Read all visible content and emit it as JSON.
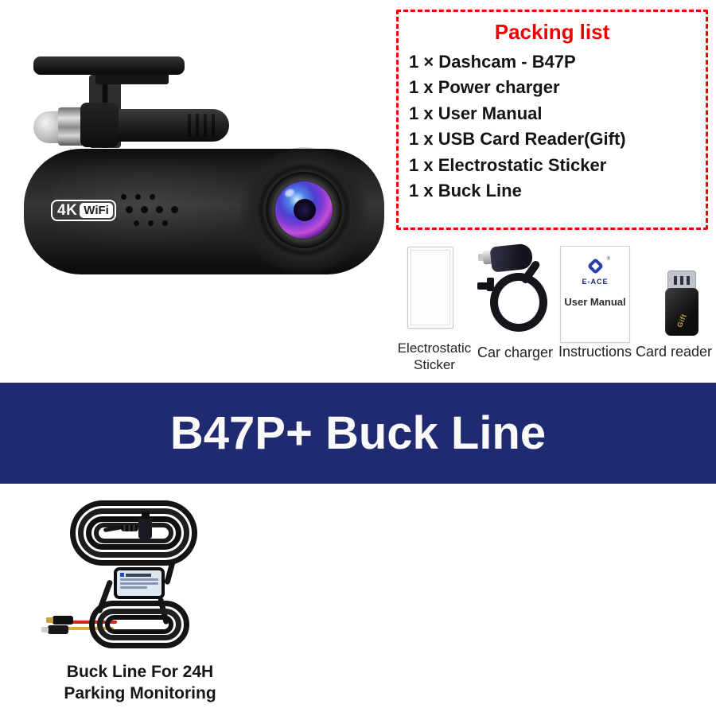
{
  "dashcam": {
    "badge_4k": "4K",
    "badge_wifi": "WiFi"
  },
  "packing_list": {
    "title": "Packing list",
    "title_color": "#ec0000",
    "border_color": "#f20000",
    "items": [
      "1 × Dashcam - B47P",
      "1 x Power charger",
      "1 x User Manual",
      "1 x USB Card Reader(Gift)",
      "1 x Electrostatic Sticker",
      "1 x Buck Line"
    ]
  },
  "accessories": {
    "sticker_label": "Electrostatic Sticker",
    "charger_label": "Car charger",
    "manual_label": "Instructions",
    "reader_label": "Card reader",
    "manual_brand": "E-ACE",
    "manual_reg": "®",
    "manual_title": "User Manual",
    "reader_text": "Gift"
  },
  "banner": {
    "title": "B47P+ Buck Line",
    "background": "#1f2a70",
    "text_color": "#fafafa"
  },
  "buck_line": {
    "caption_line1": "Buck Line For 24H",
    "caption_line2": "Parking Monitoring"
  }
}
